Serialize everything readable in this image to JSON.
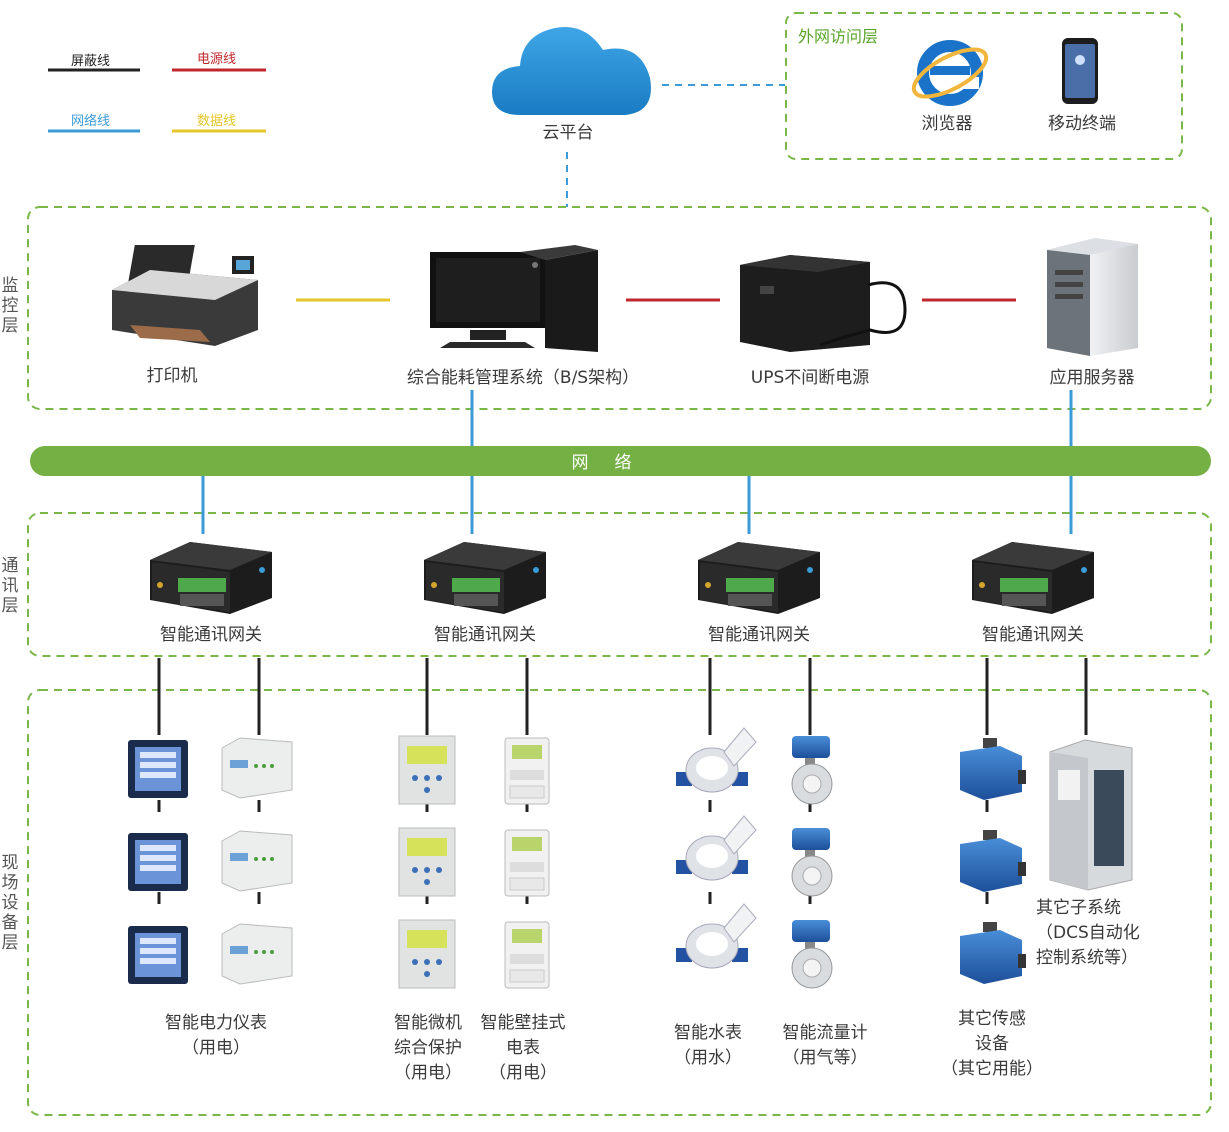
{
  "legend": {
    "shield_line": "屏蔽线",
    "power_line": "电源线",
    "network_line": "网络线",
    "data_line": "数据线"
  },
  "colors": {
    "shield": "#222222",
    "power": "#c0272d",
    "network": "#3b9bd6",
    "data": "#e6c52a",
    "green": "#74b044",
    "dash": "#7ab648"
  },
  "cloud": {
    "label": "云平台"
  },
  "external": {
    "title": "外网访问层",
    "browser": "浏览器",
    "mobile": "移动终端"
  },
  "layers": {
    "monitor": [
      "监",
      "控",
      "层"
    ],
    "comm": [
      "通",
      "讯",
      "层"
    ],
    "field": [
      "现",
      "场",
      "设",
      "备",
      "层"
    ]
  },
  "monitor": {
    "printer": "打印机",
    "system": "综合能耗管理系统（B/S架构）",
    "ups": "UPS不间断电源",
    "server": "应用服务器"
  },
  "network": {
    "label": "网络"
  },
  "gateways": [
    "智能通讯网关",
    "智能通讯网关",
    "智能通讯网关",
    "智能通讯网关"
  ],
  "field": {
    "power_meter": [
      "智能电力仪表",
      "（用电）"
    ],
    "protection": [
      "智能微机",
      "综合保护",
      "（用电）"
    ],
    "wall_meter": [
      "智能壁挂式",
      "电表",
      "（用电）"
    ],
    "water_meter": [
      "智能水表",
      "（用水）"
    ],
    "flow_meter": [
      "智能流量计",
      "（用气等）"
    ],
    "sensor": [
      "其它传感",
      "设备",
      "（其它用能）"
    ],
    "subsystem": [
      "其它子系统",
      "（DCS自动化",
      "控制系统等）"
    ]
  }
}
